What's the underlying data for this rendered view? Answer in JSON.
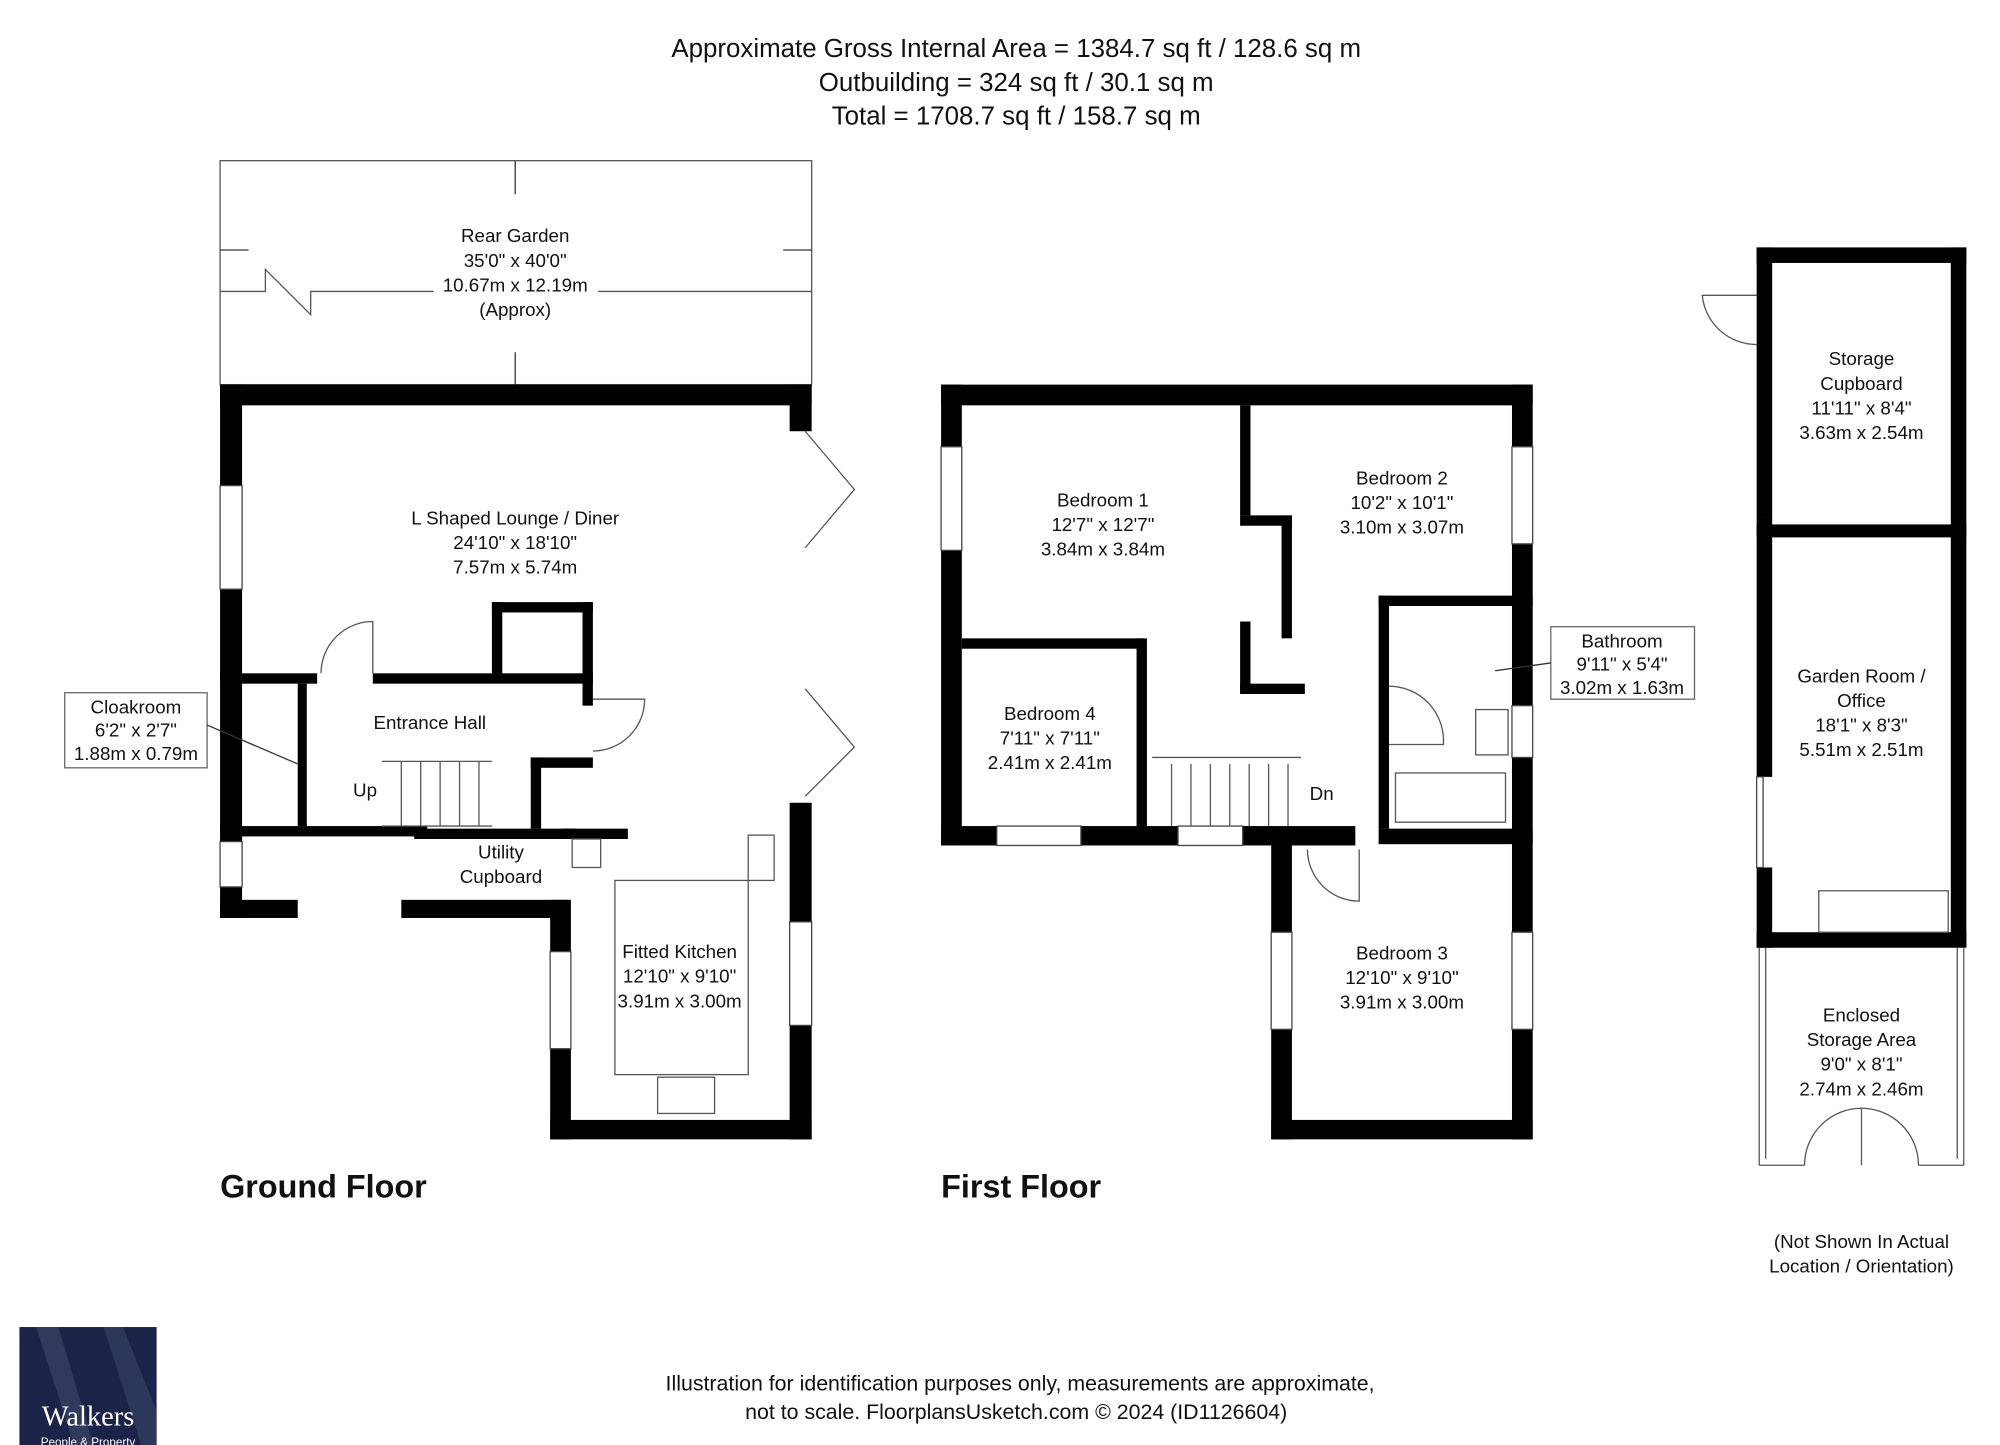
{
  "header": {
    "gross_area": "Approximate Gross Internal Area = 1384.7 sq ft / 128.6 sq m",
    "outbuilding": "Outbuilding = 324 sq ft / 30.1 sq m",
    "total": "Total = 1708.7 sq ft / 158.7 sq m"
  },
  "ground_floor": {
    "title": "Ground Floor",
    "rooms": {
      "rear_garden": {
        "name": "Rear Garden",
        "imperial": "35'0\" x 40'0\"",
        "metric": "10.67m x 12.19m",
        "note": "(Approx)"
      },
      "lounge": {
        "name": "L Shaped Lounge / Diner",
        "imperial": "24'10\" x 18'10\"",
        "metric": "7.57m x 5.74m"
      },
      "entrance_hall": {
        "name": "Entrance Hall",
        "stairs": "Up"
      },
      "cloakroom": {
        "name": "Cloakroom",
        "imperial": "6'2\" x 2'7\"",
        "metric": "1.88m x 0.79m"
      },
      "utility": {
        "name1": "Utility",
        "name2": "Cupboard"
      },
      "kitchen": {
        "name": "Fitted Kitchen",
        "imperial": "12'10\" x 9'10\"",
        "metric": "3.91m x 3.00m"
      }
    }
  },
  "first_floor": {
    "title": "First Floor",
    "rooms": {
      "bedroom1": {
        "name": "Bedroom 1",
        "imperial": "12'7\" x 12'7\"",
        "metric": "3.84m x 3.84m"
      },
      "bedroom2": {
        "name": "Bedroom 2",
        "imperial": "10'2\" x 10'1\"",
        "metric": "3.10m x 3.07m"
      },
      "bedroom3": {
        "name": "Bedroom 3",
        "imperial": "12'10\" x 9'10\"",
        "metric": "3.91m x 3.00m"
      },
      "bedroom4": {
        "name": "Bedroom 4",
        "imperial": "7'11\" x 7'11\"",
        "metric": "2.41m x 2.41m"
      },
      "bathroom": {
        "name": "Bathroom",
        "imperial": "9'11\" x 5'4\"",
        "metric": "3.02m x 1.63m"
      },
      "landing": {
        "stairs": "Dn"
      }
    }
  },
  "outbuilding": {
    "storage_cupboard": {
      "name1": "Storage",
      "name2": "Cupboard",
      "imperial": "11'11\" x 8'4\"",
      "metric": "3.63m x 2.54m"
    },
    "garden_room": {
      "name1": "Garden Room /",
      "name2": "Office",
      "imperial": "18'1\" x 8'3\"",
      "metric": "5.51m x 2.51m"
    },
    "enclosed_storage": {
      "name1": "Enclosed",
      "name2": "Storage Area",
      "imperial": "9'0\" x 8'1\"",
      "metric": "2.74m x 2.46m"
    },
    "note1": "(Not Shown In Actual",
    "note2": "Location / Orientation)"
  },
  "footer": {
    "line1": "Illustration for identification purposes only, measurements are approximate,",
    "line2": "not to scale. FloorplansUsketch.com © 2024 (ID1126604)"
  },
  "logo": {
    "name": "Walkers",
    "tagline": "People & Property",
    "color": "#1b2448"
  }
}
